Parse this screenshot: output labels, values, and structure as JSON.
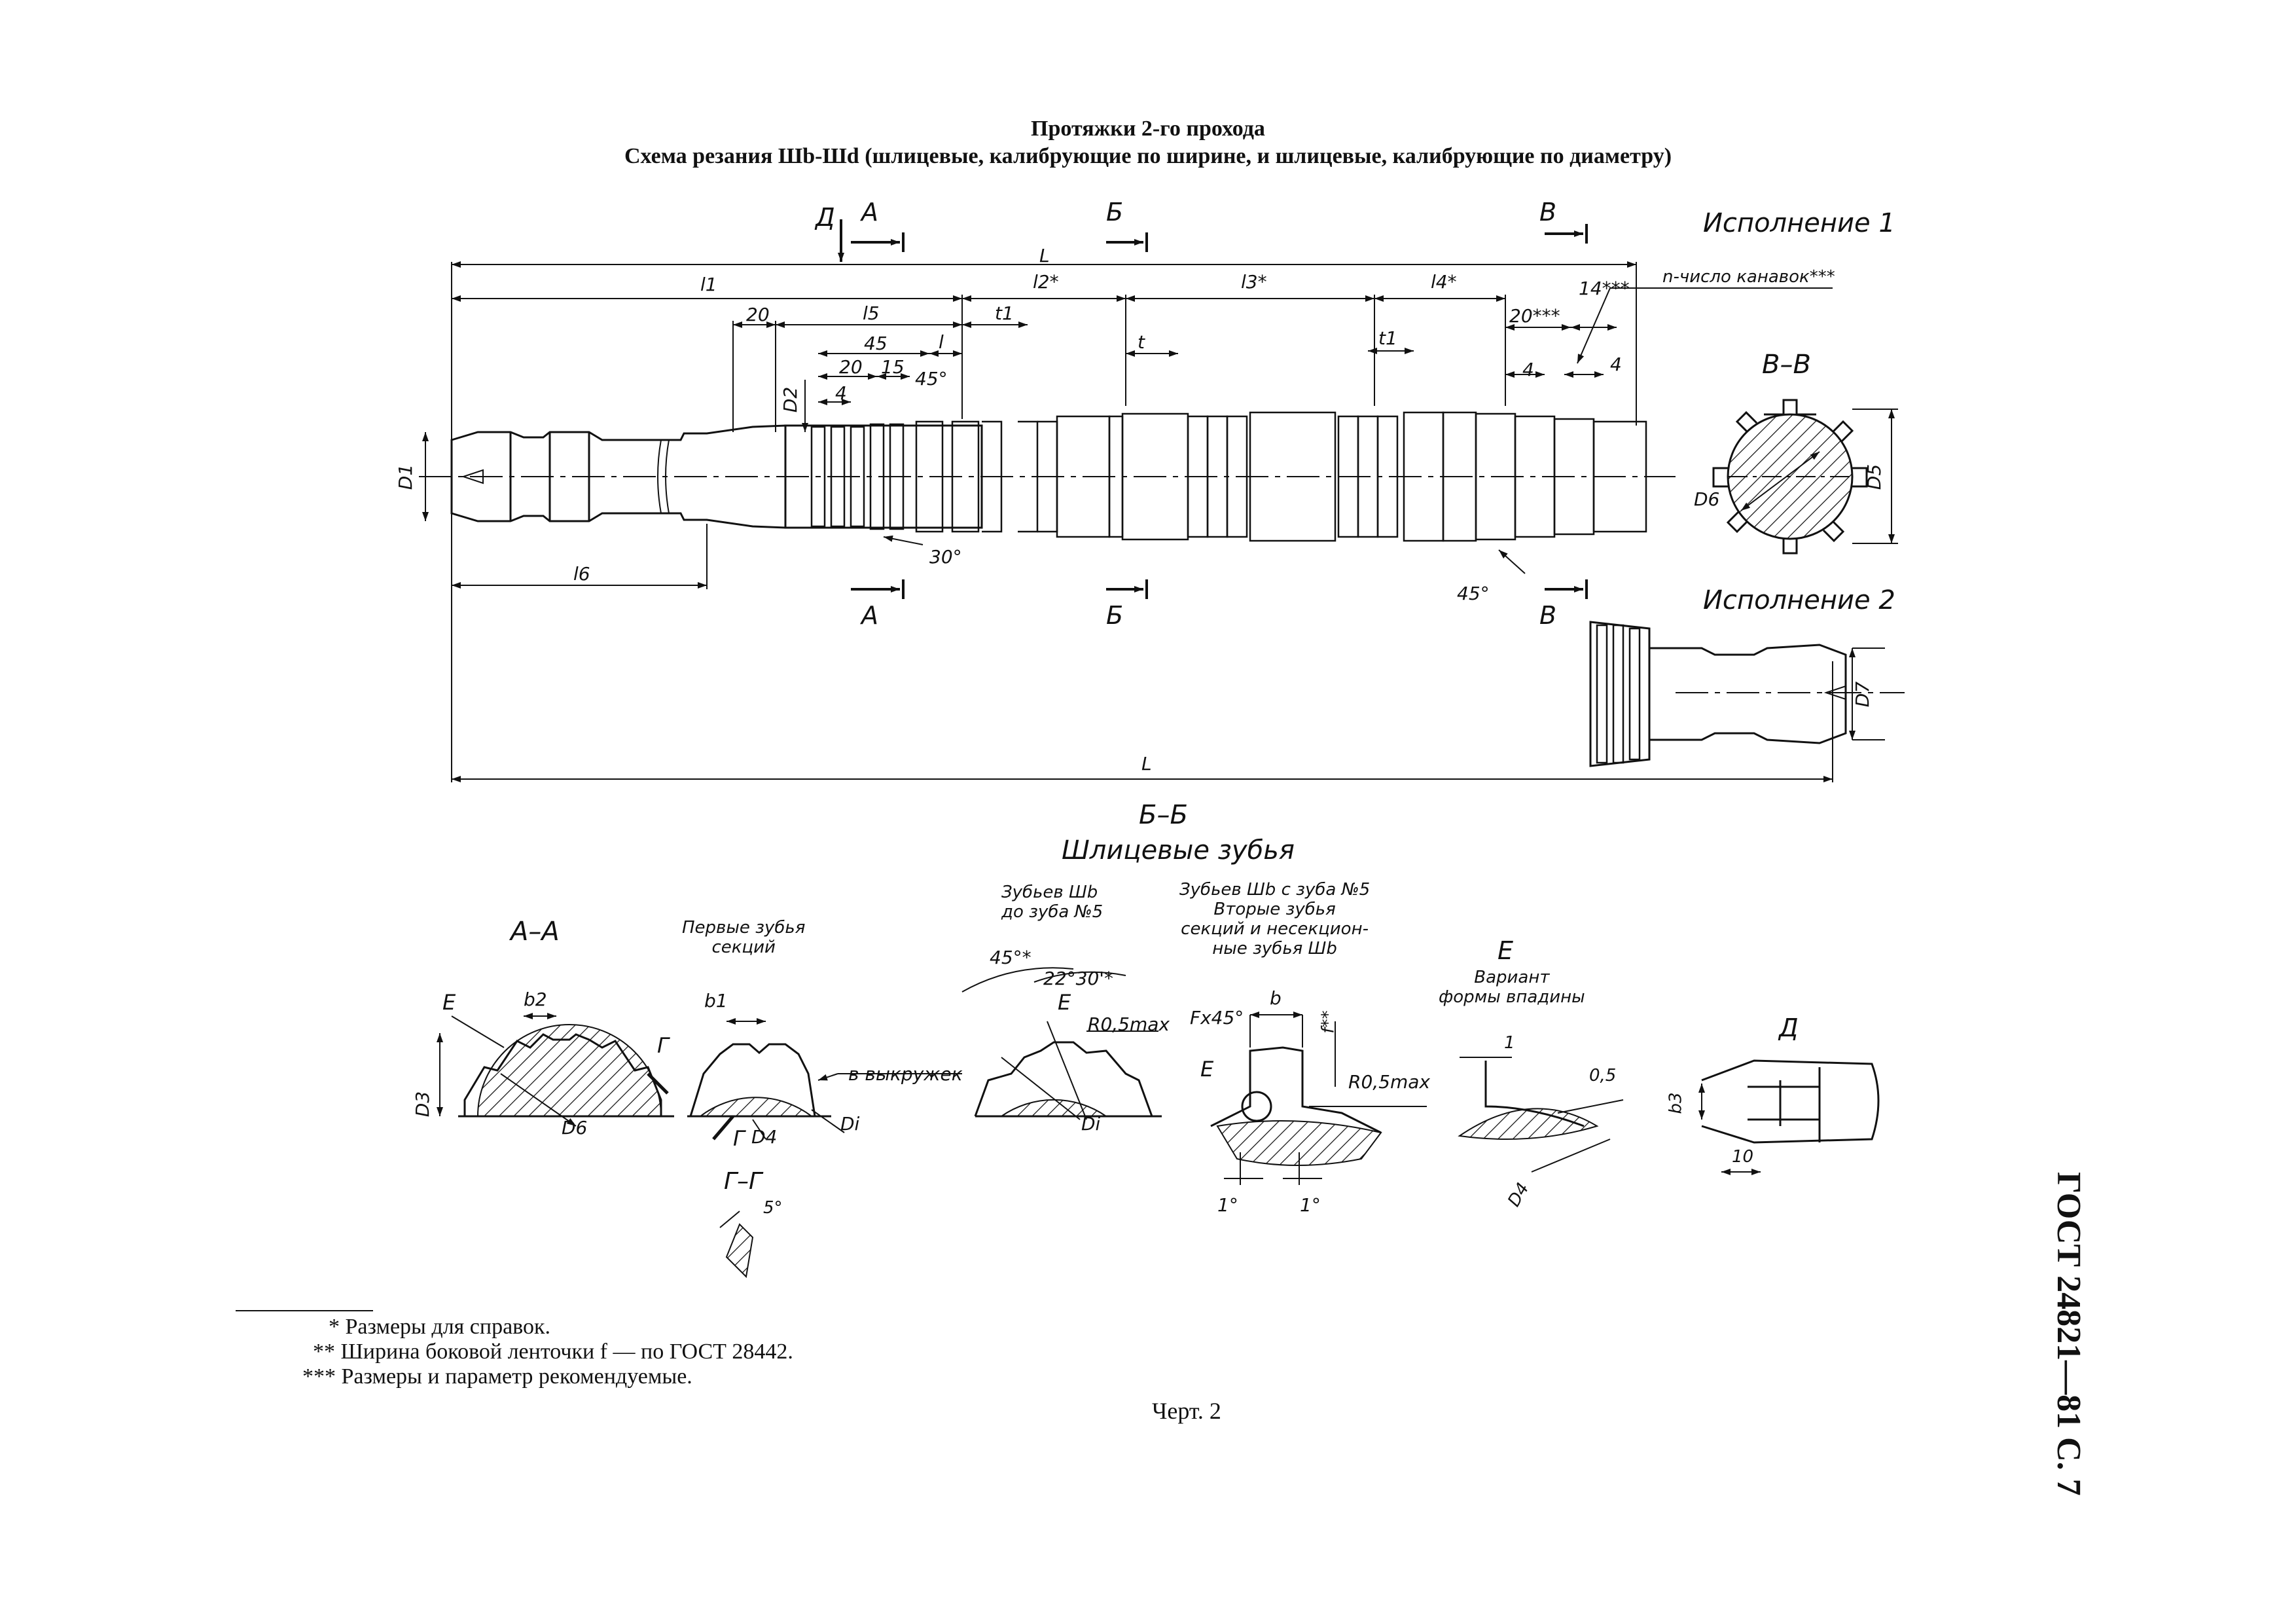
{
  "header": {
    "title": "Протяжки 2-го прохода",
    "subtitle": "Схема резания Шb-Шd (шлицевые, калибрующие по ширине, и шлицевые, калибрующие по диаметру)"
  },
  "main_view": {
    "variant1": "Исполнение 1",
    "variant2": "Исполнение 2",
    "section_marks": [
      "Д",
      "А",
      "Б",
      "В"
    ],
    "dims": {
      "L": "L",
      "l1": "l1",
      "l2": "l2*",
      "l3": "l3*",
      "l4": "l4*",
      "l5": "l5",
      "l6": "l6",
      "t": "t",
      "t1": "t1",
      "l": "l",
      "d20": "20",
      "d45": "45",
      "d20b": "20",
      "d15": "15",
      "d4": "4",
      "a45": "45°",
      "a30": "30°",
      "d20r": "20***",
      "d14r": "14***",
      "d4r1": "4",
      "d4r2": "4",
      "a45b": "45°",
      "grooves": "n-число канавок***",
      "D1": "D1",
      "D2": "D2",
      "D5": "D5",
      "D6": "D6",
      "D7": "D7"
    },
    "section_vv": "В–В"
  },
  "details": {
    "bb_title": "Б–Б",
    "bb_subtitle": "Шлицевые зубья",
    "aa": {
      "title": "А–А",
      "E": "E",
      "b2": "b2",
      "D3": "D3",
      "D6": "D6"
    },
    "first_teeth": {
      "title": "Первые зубья\nсекций",
      "b1": "b1",
      "G": "Г",
      "D4": "D4",
      "Di": "Di",
      "note": "в выкружек"
    },
    "gg": {
      "title": "Г–Г",
      "angle": "5°"
    },
    "shb_to5": {
      "title": "Зубьев Шb\nдо зуба №5",
      "a1": "45°*",
      "a2": "22°30'*",
      "E": "E",
      "r": "R0,5max",
      "Di": "Di"
    },
    "shb_from5": {
      "title": "Зубьев Шb с зуба №5\nВторые зубья\nсекций и несекцион-\nные зубья Шb",
      "b": "b",
      "f": "f**",
      "F": "Fx45°",
      "E": "E",
      "r": "R0,5max",
      "a1": "1°",
      "a2": "1°"
    },
    "e_view": {
      "title": "E",
      "sub": "Вариант\nформы впадины",
      "d1": "1",
      "d05": "0,5",
      "D4": "D4"
    },
    "d_view": {
      "title": "Д",
      "b3": "b3",
      "d10": "10"
    }
  },
  "footnotes": [
    {
      "mark": "*",
      "text": "Размеры для справок."
    },
    {
      "mark": "**",
      "text": "Ширина боковой ленточки f — по ГОСТ 28442."
    },
    {
      "mark": "***",
      "text": "Размеры и параметр рекомендуемые."
    }
  ],
  "caption": "Черт. 2",
  "page_label": "ГОСТ 24821—81 С. 7"
}
